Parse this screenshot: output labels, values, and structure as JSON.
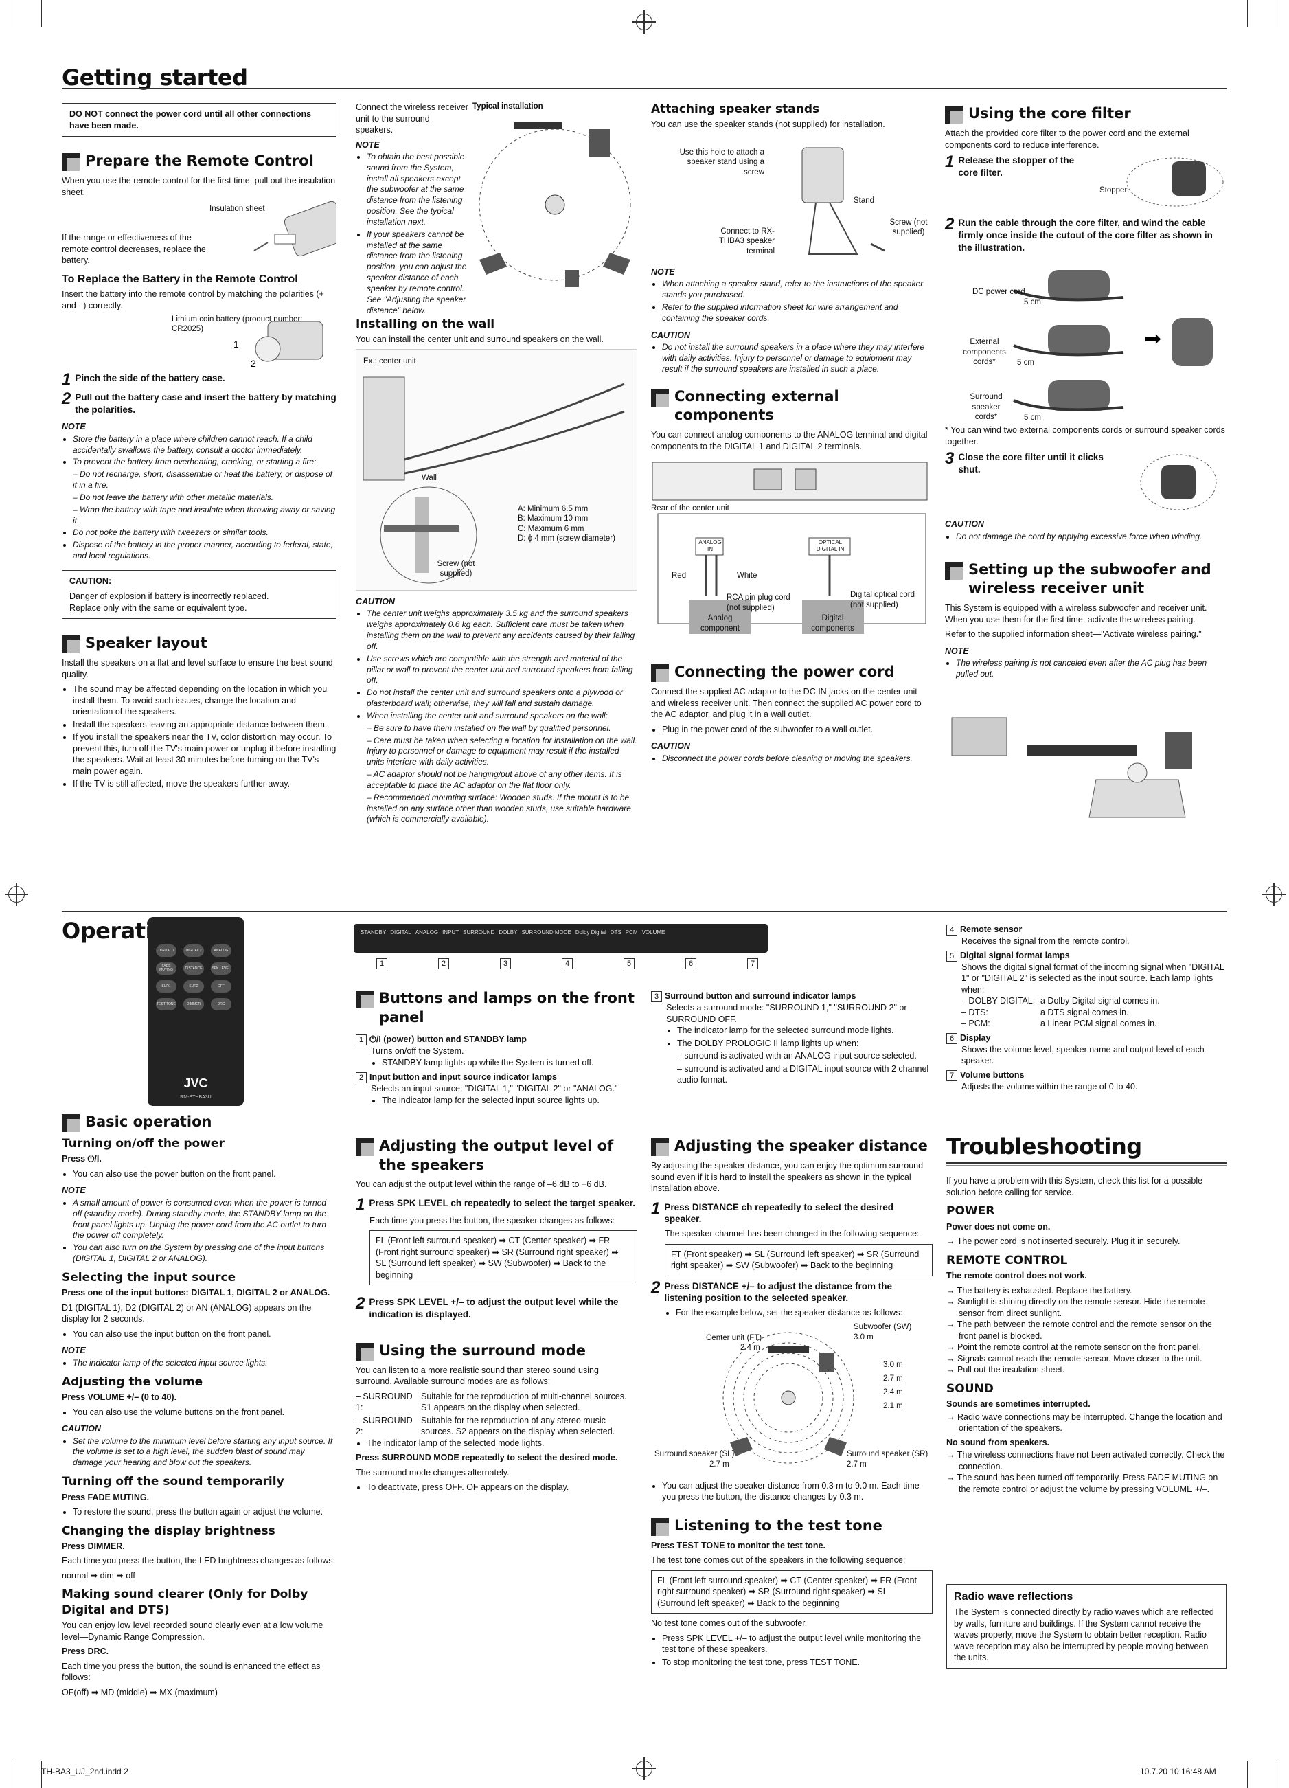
{
  "sections": {
    "getting_started": "Getting started",
    "operations": "Operations",
    "troubleshooting": "Troubleshooting"
  },
  "warning_top": "DO NOT connect the power cord until all other connections have been made.",
  "remote": {
    "title": "Prepare the Remote Control",
    "intro": "When you use the remote control for the first time, pull out the insulation sheet.",
    "sheet_label": "Insulation sheet",
    "range_text": "If the range or effectiveness of the remote control decreases, replace the battery.",
    "replace_title": "To Replace the Battery in the Remote Control",
    "replace_text": "Insert the battery into the remote control by matching the polarities (+ and –) correctly.",
    "battery_label": "Lithium coin battery (product number: CR2025)",
    "step1": "Pinch the side of the battery case.",
    "step2": "Pull out the battery case and insert the battery by matching the polarities.",
    "note_label": "NOTE",
    "notes": [
      "Store the battery in a place where children cannot reach. If a child accidentally swallows the battery, consult a doctor immediately.",
      "To prevent the battery from overheating, cracking, or starting a fire:",
      "– Do not recharge, short, disassemble or heat the battery, or dispose of it in a fire.",
      "– Do not leave the battery with other metallic materials.",
      "– Wrap the battery with tape and insulate when throwing away or saving it.",
      "Do not poke the battery with tweezers or similar tools.",
      "Dispose of the battery in the proper manner, according to federal, state, and local regulations."
    ],
    "caution_title": "CAUTION:",
    "caution_text1": "Danger of explosion if battery is incorrectly replaced.",
    "caution_text2": "Replace only with the same or equivalent type."
  },
  "speaker_layout": {
    "title": "Speaker layout",
    "intro": "Install the speakers on a flat and level surface to ensure the best sound quality.",
    "items": [
      "The sound may be affected depending on the location in which you install them. To avoid such issues, change the location and orientation of the speakers.",
      "Install the speakers leaving an appropriate distance between them.",
      "If you install the speakers near the TV, color distortion may occur. To prevent this, turn off the TV's main power or unplug it before installing the speakers. Wait at least 30 minutes before turning on the TV's main power again.",
      "If the TV is still affected, move the speakers further away."
    ]
  },
  "wireless": {
    "intro": "Connect the wireless receiver unit to the surround speakers.",
    "typical": "Typical installation",
    "note_label": "NOTE",
    "notes": [
      "To obtain the best possible sound from the System, install all speakers except the subwoofer at the same distance from the listening position. See the typical installation next.",
      "If your speakers cannot be installed at the same distance from the listening position, you can adjust the speaker distance of each speaker by remote control. See \"Adjusting the speaker distance\" below."
    ]
  },
  "wall": {
    "title": "Installing on the wall",
    "intro": "You can install the center unit and surround speakers on the wall.",
    "ex": "Ex.: center unit",
    "wall_label": "Wall",
    "screw_label": "Screw (not supplied)",
    "dims": [
      "A:  Minimum 6.5 mm",
      "B:  Maximum 10 mm",
      "C:  Maximum 6 mm",
      "D:  ϕ 4 mm (screw diameter)"
    ],
    "caution_label": "CAUTION",
    "cautions": [
      "The center unit weighs approximately 3.5 kg and the surround speakers weighs approximately 0.6 kg each. Sufficient care must be taken when installing them on the wall to prevent any accidents caused by their falling off.",
      "Use screws which are compatible with the strength and material of the pillar or wall to prevent the center unit and surround speakers from falling off.",
      "Do not install the center unit and surround speakers onto a plywood or plasterboard wall; otherwise, they will fall and sustain damage.",
      "When installing the center unit and surround speakers on the wall;",
      "– Be sure to have them installed on the wall by qualified personnel.",
      "– Care must be taken when selecting a location for installation on the wall. Injury to personnel or damage to equipment may result if the installed units interfere with daily activities.",
      "– AC adaptor should not be hanging/put above of any other items. It is acceptable to place the AC adaptor on the flat floor only.",
      "– Recommended mounting surface: Wooden studs. If the mount is to be installed on any surface other than wooden studs, use suitable hardware (which is commercially available)."
    ]
  },
  "stands": {
    "title": "Attaching speaker stands",
    "intro": "You can use the speaker stands (not supplied) for installation.",
    "hole_label": "Use this hole to attach a speaker stand using a screw",
    "stand_label": "Stand",
    "screw_label": "Screw (not supplied)",
    "terminal_label": "Connect to RX-THBA3 speaker terminal",
    "note_label": "NOTE",
    "notes": [
      "When attaching a speaker stand, refer to the instructions of the speaker stands you purchased.",
      "Refer to the supplied information sheet for wire arrangement and containing the speaker cords."
    ],
    "caution_label": "CAUTION",
    "cautions": [
      "Do not install the surround speakers in a place where they may interfere with daily activities. Injury to personnel or damage to equipment may result if the surround speakers are installed in such a place."
    ]
  },
  "external": {
    "title": "Connecting external components",
    "intro": "You can connect analog components to the ANALOG terminal and digital components to the DIGITAL 1 and DIGITAL 2 terminals.",
    "rear_label": "Rear of the center unit",
    "analog_in": "ANALOG IN",
    "optical_in": "OPTICAL DIGITAL IN",
    "red": "Red",
    "white": "White",
    "rca": "RCA pin plug cord (not supplied)",
    "optical_cord": "Digital optical cord (not supplied)",
    "analog_comp": "Analog component",
    "digital_comp": "Digital components"
  },
  "power": {
    "title": "Connecting the power cord",
    "intro": "Connect the supplied AC adaptor to the DC IN jacks on the center unit and wireless receiver unit. Then connect the supplied AC power cord to the AC adaptor, and plug it in a wall outlet.",
    "item": "Plug in the power cord of the subwoofer to a wall outlet.",
    "caution_label": "CAUTION",
    "caution": "Disconnect the power cords before cleaning or moving the speakers."
  },
  "core": {
    "title": "Using the core filter",
    "intro": "Attach the provided core filter to the power cord and the external components cord to reduce interference.",
    "step1": "Release the stopper of the core filter.",
    "stopper": "Stopper",
    "step2": "Run the cable through the core filter, and wind the cable firmly once inside the cutout of the core filter as shown in the illustration.",
    "dc_cord": "DC power cord",
    "ext_cords": "External components cords*",
    "sur_cords": "Surround speaker cords*",
    "cm": "5 cm",
    "footnote": "* You can wind two external components cords or surround speaker cords together.",
    "step3": "Close the core filter until it clicks shut.",
    "caution_label": "CAUTION",
    "caution": "Do not damage the cord by applying excessive force when winding."
  },
  "subwoofer": {
    "title": "Setting up the subwoofer and wireless receiver unit",
    "intro": "This System is equipped with a wireless subwoofer and receiver unit. When you use them for the first time, activate the wireless pairing.",
    "ref": "Refer to the supplied information sheet—\"Activate wireless pairing.\"",
    "note_label": "NOTE",
    "note": "The wireless pairing is not canceled even after the AC plug has been pulled out."
  },
  "front_panel": {
    "title": "Buttons and lamps on the front panel",
    "panel_labels": [
      "STANDBY",
      "DIGITAL",
      "ANALOG",
      "INPUT",
      "SURROUND",
      "DOLBY",
      "SURROUND MODE",
      "Dolby Digital",
      "DTS",
      "PCM",
      "VOLUME"
    ],
    "numbers": [
      "1",
      "2",
      "3",
      "4",
      "5",
      "6",
      "7"
    ],
    "i1_title": "⏻/I (power) button and STANDBY lamp",
    "i1_text": "Turns on/off the System.",
    "i1_sub": "STANDBY lamp lights up while the System is turned off.",
    "i2_title": "Input button and input source indicator lamps",
    "i2_text": "Selects an input source: \"DIGITAL 1,\" \"DIGITAL 2\" or \"ANALOG.\"",
    "i2_sub": "The indicator lamp for the selected input source lights up.",
    "i3_title": "Surround button and surround indicator lamps",
    "i3_text": "Selects a surround mode: \"SURROUND 1,\" \"SURROUND 2\" or SURROUND OFF.",
    "i3_subs": [
      "The indicator lamp for the selected surround mode lights.",
      "The DOLBY PROLOGIC II lamp lights up when:",
      "– surround is activated with an ANALOG input source selected.",
      "– surround is activated and a DIGITAL input source with 2 channel audio format."
    ],
    "i4_title": "Remote sensor",
    "i4_text": "Receives the signal from the remote control.",
    "i5_title": "Digital signal format lamps",
    "i5_text": "Shows the digital signal format of the incoming signal when \"DIGITAL 1\" or \"DIGITAL 2\" is selected as the input source. Each lamp lights when:",
    "i5_rows": [
      [
        "– DOLBY DIGITAL:",
        "a Dolby Digital signal comes in."
      ],
      [
        "– DTS:",
        "a DTS signal comes in."
      ],
      [
        "– PCM:",
        "a Linear PCM signal comes in."
      ]
    ],
    "i6_title": "Display",
    "i6_text": "Shows the volume level, speaker name and output level of each speaker.",
    "i7_title": "Volume buttons",
    "i7_text": "Adjusts the volume within the range of 0 to 40."
  },
  "remote_ctl": {
    "brand": "JVC",
    "model": "RM-STHBA3U",
    "keys": [
      "DIGITAL 1",
      "DIGITAL 2",
      "ANALOG",
      "FADE MUTING",
      "DISTANCE",
      "SPK LEVEL",
      "SUR1",
      "SUR2",
      "OFF",
      "TEST TONE",
      "DIMMER",
      "DRC"
    ]
  },
  "basic": {
    "title": "Basic operation",
    "power_h": "Turning on/off the power",
    "power_press": "Press ⏻/I.",
    "power_item": "You can also use the power button on the front panel.",
    "note_label": "NOTE",
    "power_notes": [
      "A small amount of power is consumed even when the power is turned off (standby mode). During standby mode, the STANDBY lamp on the front panel lights up. Unplug the power cord from the AC outlet to turn the power off completely.",
      "You can also turn on the System by pressing one of the input buttons (DIGITAL 1, DIGITAL 2 or ANALOG)."
    ],
    "input_h": "Selecting the input source",
    "input_press": "Press one of the input buttons: DIGITAL 1, DIGITAL 2 or ANALOG.",
    "input_text": "D1 (DIGITAL 1), D2 (DIGITAL 2) or AN (ANALOG) appears on the display for 2 seconds.",
    "input_item": "You can also use the input button on the front panel.",
    "input_note": "The indicator lamp of the selected input source lights.",
    "vol_h": "Adjusting the volume",
    "vol_press": "Press VOLUME +/– (0 to 40).",
    "vol_item": "You can also use the volume buttons on the front panel.",
    "caution_label": "CAUTION",
    "vol_caution": "Set the volume to the minimum level before starting any input source. If the volume is set to a high level, the sudden blast of sound may damage your hearing and blow out the speakers.",
    "mute_h": "Turning off the sound temporarily",
    "mute_press": "Press FADE MUTING.",
    "mute_item": "To restore the sound, press the button again or adjust the volume.",
    "dim_h": "Changing the display brightness",
    "dim_press": "Press DIMMER.",
    "dim_text": "Each time you press the button, the LED brightness changes as follows:",
    "dim_seq": "normal ➡ dim ➡ off",
    "drc_h": "Making sound clearer (Only for Dolby Digital and DTS)",
    "drc_text": "You can enjoy low level recorded sound clearly even at a low volume level—Dynamic Range Compression.",
    "drc_press": "Press DRC.",
    "drc_text2": "Each time you press the button, the sound is enhanced the effect as follows:",
    "drc_seq": "OF(off) ➡ MD (middle) ➡ MX (maximum)"
  },
  "output": {
    "title": "Adjusting the output level of the speakers",
    "intro": "You can adjust the output level within the range of –6 dB to +6 dB.",
    "step1": "Press SPK LEVEL ch repeatedly to select the target speaker.",
    "step1_text": "Each time you press the button, the speaker changes as follows:",
    "seq": "FL (Front left surround speaker) ➡ CT (Center speaker) ➡ FR (Front right surround speaker) ➡ SR (Surround right speaker) ➡ SL (Surround left speaker) ➡ SW (Subwoofer) ➡ Back to the beginning",
    "step2": "Press SPK LEVEL +/– to adjust the output level while the indication is displayed."
  },
  "surround": {
    "title": "Using the surround mode",
    "intro": "You can listen to a more realistic sound than stereo sound using surround. Available surround modes are as follows:",
    "modes": [
      [
        "– SURROUND 1:",
        "Suitable for the reproduction of multi-channel sources. S1 appears on the display when selected."
      ],
      [
        "– SURROUND 2:",
        "Suitable for the reproduction of any stereo music sources. S2 appears on the display when selected."
      ]
    ],
    "item": "The indicator lamp of the selected mode lights.",
    "press": "Press SURROUND MODE repeatedly to select the desired mode.",
    "changes": "The surround mode changes alternately.",
    "deact": "To deactivate, press OFF. OF appears on the display."
  },
  "distance": {
    "title": "Adjusting the speaker distance",
    "intro": "By adjusting the speaker distance, you can enjoy the optimum surround sound even if it is hard to install the speakers as shown in the typical installation above.",
    "step1": "Press DISTANCE ch repeatedly to select the desired speaker.",
    "step1_text": "The speaker channel has been changed in the following sequence:",
    "seq": "FT (Front speaker) ➡ SL (Surround left speaker) ➡ SR (Surround right speaker) ➡ SW (Subwoofer) ➡ Back to the beginning",
    "step2": "Press DISTANCE +/– to adjust the distance from the listening position to the selected speaker.",
    "step2_item": "For the example below, set the speaker distance as follows:",
    "center": "Center unit (FT)",
    "center_d": "2.4 m",
    "sub": "Subwoofer (SW)",
    "sub_d": "3.0 m",
    "rings": [
      "3.0 m",
      "2.7 m",
      "2.4 m",
      "2.1 m"
    ],
    "sl": "Surround speaker (SL)",
    "sl_d": "2.7 m",
    "sr": "Surround speaker (SR)",
    "sr_d": "2.7 m",
    "range_item": "You can adjust the speaker distance from 0.3 m to 9.0 m. Each time you press the button, the distance changes by 0.3 m."
  },
  "testtone": {
    "title": "Listening to the test tone",
    "press": "Press TEST TONE to monitor the test tone.",
    "text": "The test tone comes out of the speakers in the following sequence:",
    "seq": "FL (Front left surround speaker) ➡ CT (Center speaker) ➡ FR (Front right surround speaker) ➡ SR (Surround right speaker) ➡ SL (Surround left speaker) ➡ Back to the beginning",
    "no_sub": "No test tone comes out of the subwoofer.",
    "items": [
      "Press SPK LEVEL +/– to adjust the output level while monitoring the test tone of these speakers.",
      "To stop monitoring the test tone, press TEST TONE."
    ]
  },
  "trouble": {
    "intro": "If you have a problem with this System, check this list for a possible solution before calling for service.",
    "power_h": "POWER",
    "power_p": "Power does not come on.",
    "power_s": [
      "The power cord is not inserted securely. Plug it in securely."
    ],
    "remote_h": "REMOTE CONTROL",
    "remote_p": "The remote control does not work.",
    "remote_s": [
      "The battery is exhausted. Replace the battery.",
      "Sunlight is shining directly on the remote sensor. Hide the remote sensor from direct sunlight.",
      "The path between the remote control and the remote sensor on the front panel is blocked.",
      "Point the remote control at the remote sensor on the front panel.",
      "Signals cannot reach the remote sensor. Move closer to the unit.",
      "Pull out the insulation sheet."
    ],
    "sound_h": "SOUND",
    "sound_p1": "Sounds are sometimes interrupted.",
    "sound_s1": [
      "Radio wave connections may be interrupted. Change the location and orientation of the speakers."
    ],
    "sound_p2": "No sound from speakers.",
    "sound_s2": [
      "The wireless connections have not been activated correctly. Check the connection.",
      "The sound has been turned off temporarily. Press FADE MUTING on the remote control or adjust the volume by pressing VOLUME +/–."
    ],
    "radio_h": "Radio wave reflections",
    "radio_text": "The System is connected directly by radio waves which are reflected by walls, furniture and buildings. If the System cannot receive the waves properly, move the System to obtain better reception. Radio wave reception may also be interrupted by people moving between the units."
  },
  "footer": {
    "left": "TH-BA3_UJ_2nd.indd   2",
    "right": "10.7.20   10:16:48 AM"
  }
}
